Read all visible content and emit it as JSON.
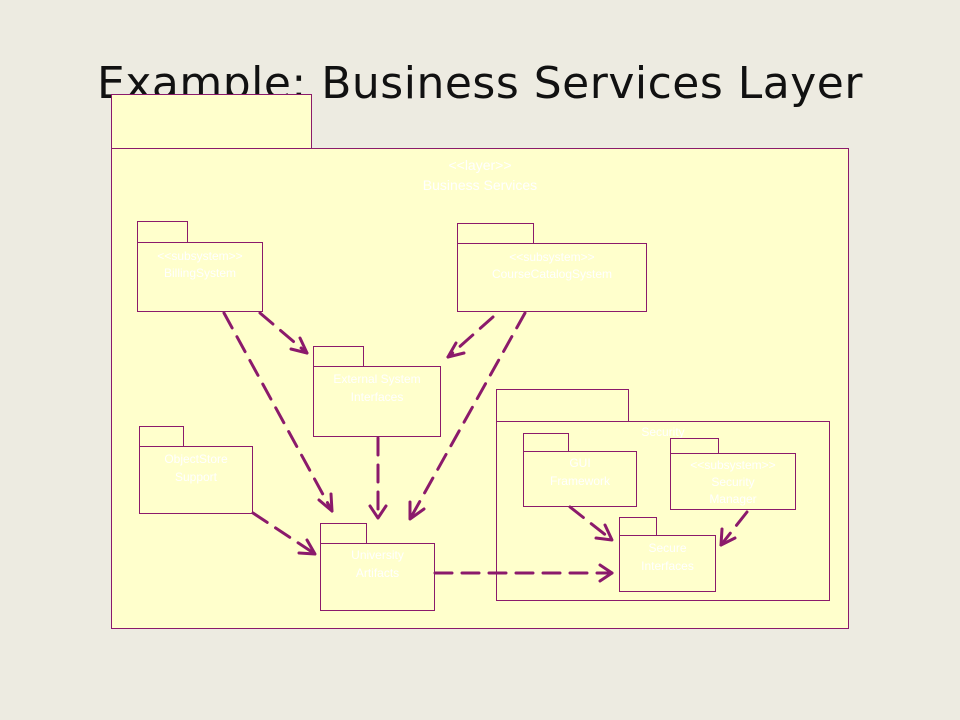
{
  "slide": {
    "title": "Example: Business Services Layer"
  },
  "diagram": {
    "layer": {
      "stereotype": "<<layer>>",
      "name": "Business Services"
    },
    "billing": {
      "stereotype": "<<subsystem>>",
      "name": "BillingSystem"
    },
    "catalog": {
      "stereotype": "<<subsystem>>",
      "name": "CourseCatalogSystem"
    },
    "external": {
      "line1": "External System",
      "line2": "Interfaces"
    },
    "objectstore": {
      "line1": "ObjectStore",
      "line2": "Support"
    },
    "artifacts": {
      "line1": "University",
      "line2": "Artifacts"
    },
    "security": {
      "name": "Security"
    },
    "gui": {
      "line1": "GUI",
      "line2": "Framework"
    },
    "secmanager": {
      "stereotype": "<<subsystem>>",
      "line1": "Security",
      "line2": "Manager"
    },
    "secure": {
      "line1": "Secure",
      "line2": "Interfaces"
    }
  },
  "colors": {
    "package_fill": "#ffffcc",
    "line": "#8b1a6b",
    "background": "#edebe1"
  }
}
